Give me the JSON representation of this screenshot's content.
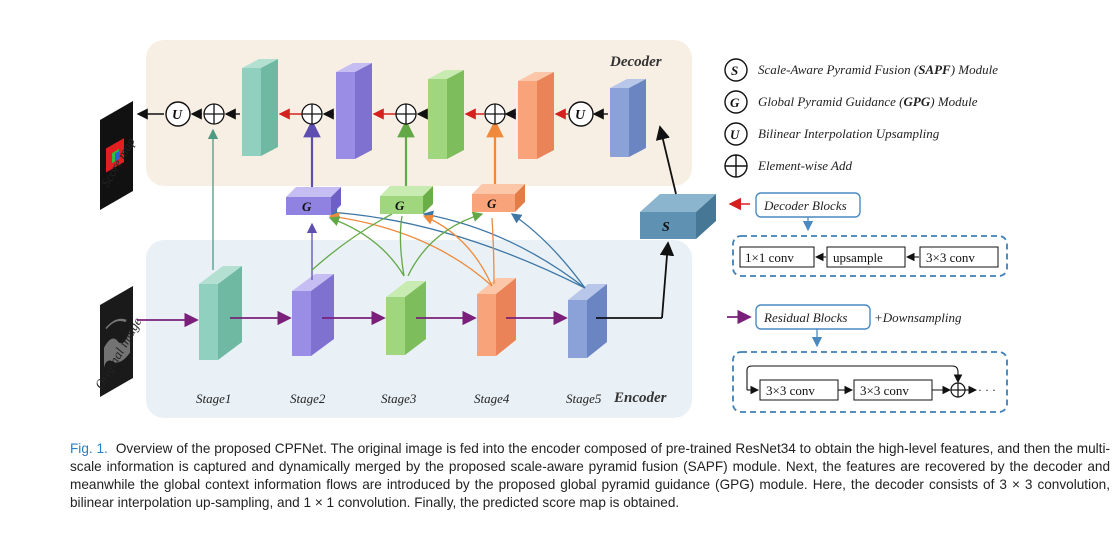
{
  "labels": {
    "decoder": "Decoder",
    "encoder": "Encoder",
    "score_map": "Score map",
    "original_image": "Original image",
    "stages": [
      "Stage1",
      "Stage2",
      "Stage3",
      "Stage4",
      "Stage5"
    ],
    "u": "U",
    "g": "G",
    "s": "S",
    "s_circle": "S",
    "g_circle": "G",
    "u_circle": "U"
  },
  "legend": {
    "sapf_prefix": "Scale-Aware Pyramid Fusion (",
    "sapf_bold": "SAPF",
    "sapf_suffix": ") Module",
    "gpg_prefix": "Global Pyramid Guidance (",
    "gpg_bold": "GPG",
    "gpg_suffix": ") Module",
    "upsampling": "Bilinear Interpolation Upsampling",
    "add": "Element-wise Add",
    "decoder_blocks": "Decoder Blocks",
    "conv1": "1×1 conv",
    "upsample": "upsample",
    "conv3": "3×3 conv",
    "residual_blocks": "Residual Blocks",
    "downsampling": "+Downsampling",
    "res_conv_a": "3×3 conv",
    "res_conv_b": "3×3 conv",
    "ellipsis": "· · ·"
  },
  "caption": {
    "label": "Fig. 1.",
    "text": "Overview of the proposed CPFNet. The original image is fed into the encoder composed of pre-trained ResNet34 to obtain the high-level features, and then the multi-scale information is captured and dynamically merged by the proposed scale-aware pyramid fusion (SAPF) module. Next, the features are recovered by the decoder and meanwhile the global context information flows are introduced by the proposed global pyramid guidance (GPG) module. Here, the decoder consists of 3 × 3 convolution, bilinear interpolation up-sampling, and 1 × 1 convolution. Finally, the predicted score map is obtained."
  },
  "colors": {
    "decoder_bg": "#f7efe4",
    "encoder_bg": "#e9f1f7",
    "teal": "#8fd1be",
    "purple": "#9a8de6",
    "green": "#9fd67e",
    "orange": "#f8a37a",
    "blue": "#8aa2d8",
    "sapf": "#5f92b2",
    "caption_label": "#2c7fc0"
  }
}
